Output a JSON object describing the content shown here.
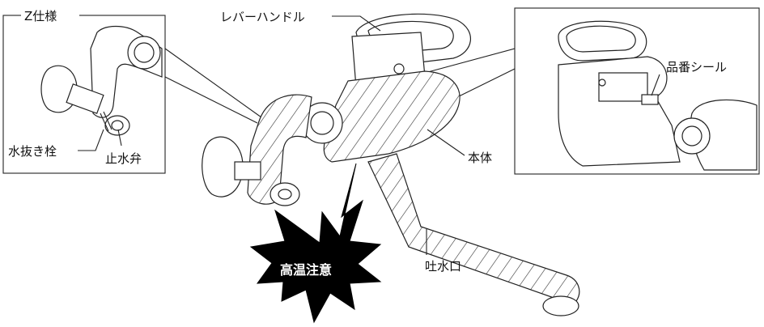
{
  "labels": {
    "z_spec": "Z仕様",
    "lever_handle": "レバーハンドル",
    "part_number_seal": "品番シール",
    "drain_plug": "水抜き栓",
    "stop_valve": "止水弁",
    "body": "本体",
    "spout": "吐水口",
    "high_temp_caution": "高温注意"
  },
  "colors": {
    "line": "#222222",
    "warning_fill": "#000000",
    "warning_text": "#ffffff"
  }
}
